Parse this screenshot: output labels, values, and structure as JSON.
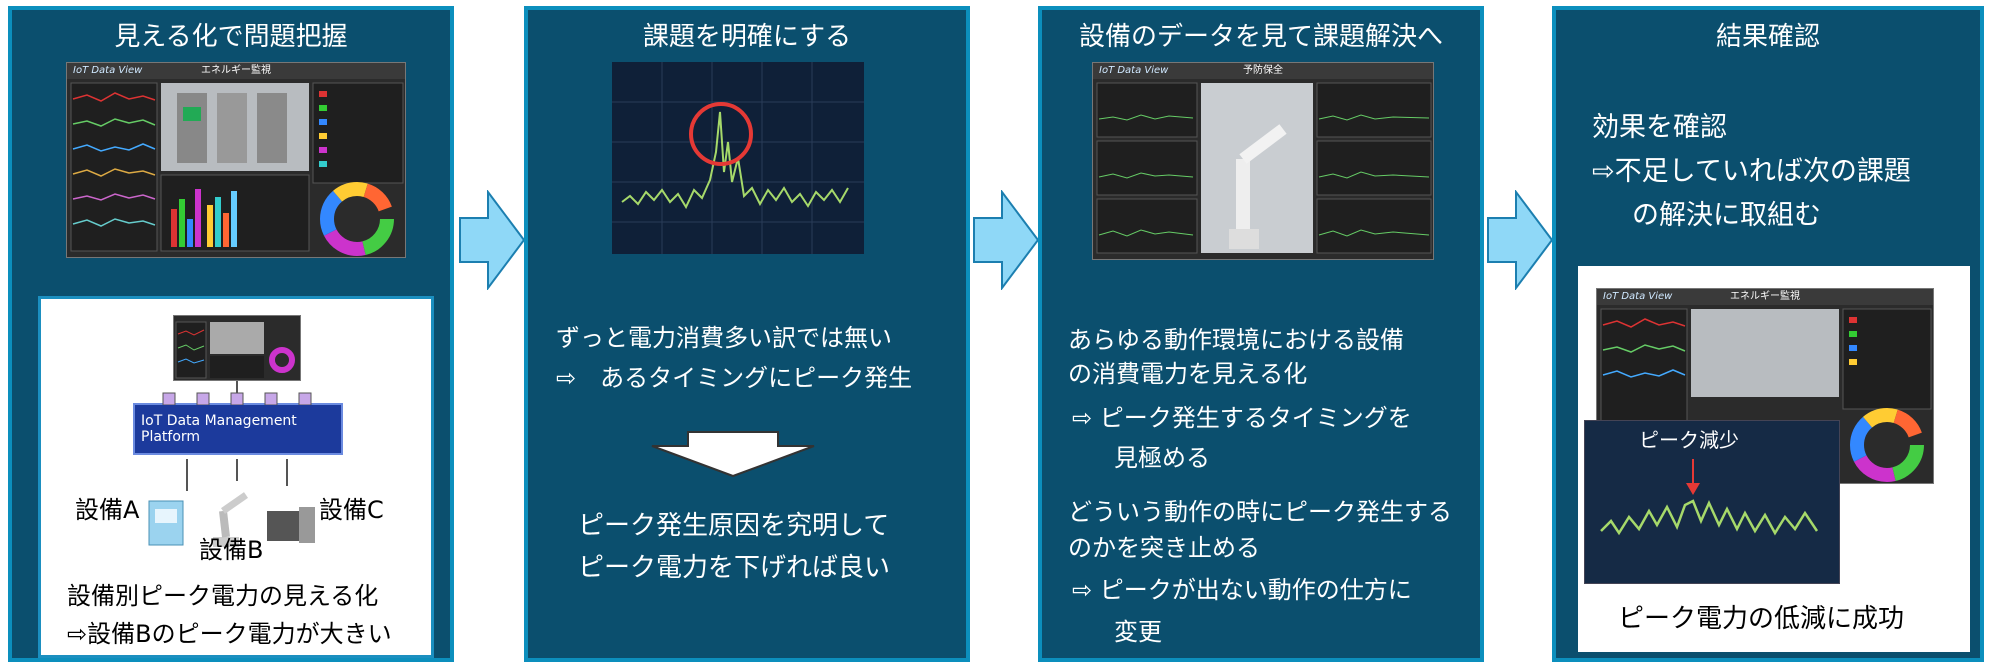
{
  "panels": [
    {
      "title": "見える化で問題把握",
      "dashboard_logo": "IoT Data View",
      "dashboard_title": "エネルギー監視",
      "platform_label": "IoT Data Management Platform",
      "equipment": [
        "設備A",
        "設備B",
        "設備C"
      ],
      "caption_lines": [
        "設備別ピーク電力の見える化",
        "⇨設備Bのピーク電力が大きい"
      ]
    },
    {
      "title": "課題を明確にする",
      "lines1": [
        "ずっと電力消費多い訳では無い",
        "⇨　あるタイミングにピーク発生"
      ],
      "lines2": [
        "ピーク発生原因を究明して",
        "ピーク電力を下げれば良い"
      ]
    },
    {
      "title": "設備のデータを見て課題解決へ",
      "dashboard_logo": "IoT Data View",
      "dashboard_title": "予防保全",
      "lines": [
        "あらゆる動作環境における設備",
        "の消費電力を見える化",
        "⇨ ピーク発生するタイミングを",
        "見極める",
        "どういう動作の時にピーク発生する",
        "のかを突き止める",
        "⇨ ピークが出ない動作の仕方に",
        "変更"
      ]
    },
    {
      "title": "結果確認",
      "lines": [
        "効果を確認",
        "⇨不足していれば次の課題",
        "の解決に取組む"
      ],
      "dashboard_logo": "IoT Data View",
      "dashboard_title": "エネルギー監視",
      "peak_label": "ピーク減少",
      "result": "ピーク電力の低減に成功"
    }
  ],
  "colors": {
    "panel_bg": "#0b4f6e",
    "panel_border": "#0c8fbd",
    "arrow": "#8fd8f7",
    "signal": "#a6d96a",
    "highlight": "#e53935"
  }
}
